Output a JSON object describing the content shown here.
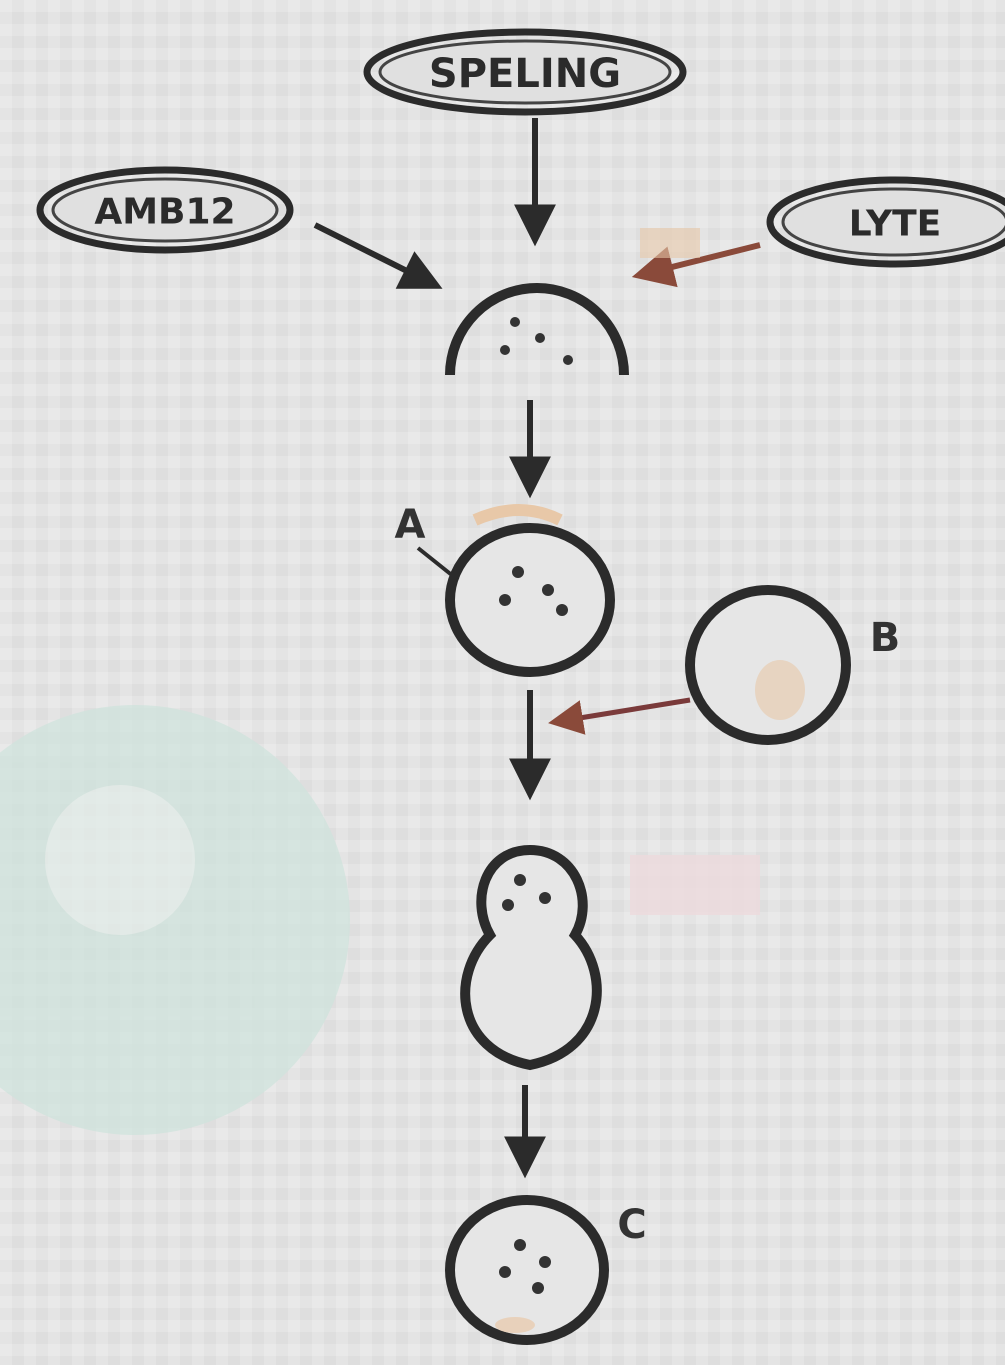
{
  "diagram": {
    "nodes": {
      "top": {
        "label": "SPELING"
      },
      "left": {
        "label": "AMB12"
      },
      "right": {
        "label": "LYTE"
      }
    },
    "stage_labels": {
      "a": "A",
      "b": "B",
      "c": "C"
    }
  },
  "colors": {
    "background": "#e4e4e4",
    "ink": "#2b2b2b",
    "right_arrow": "#8a4a3a",
    "side_arrow": "#7a3a3a",
    "tan_accent": "#e8c8a8",
    "teal_watermark": "#cfe3dc",
    "pink_blob": "#ecd9dc"
  }
}
